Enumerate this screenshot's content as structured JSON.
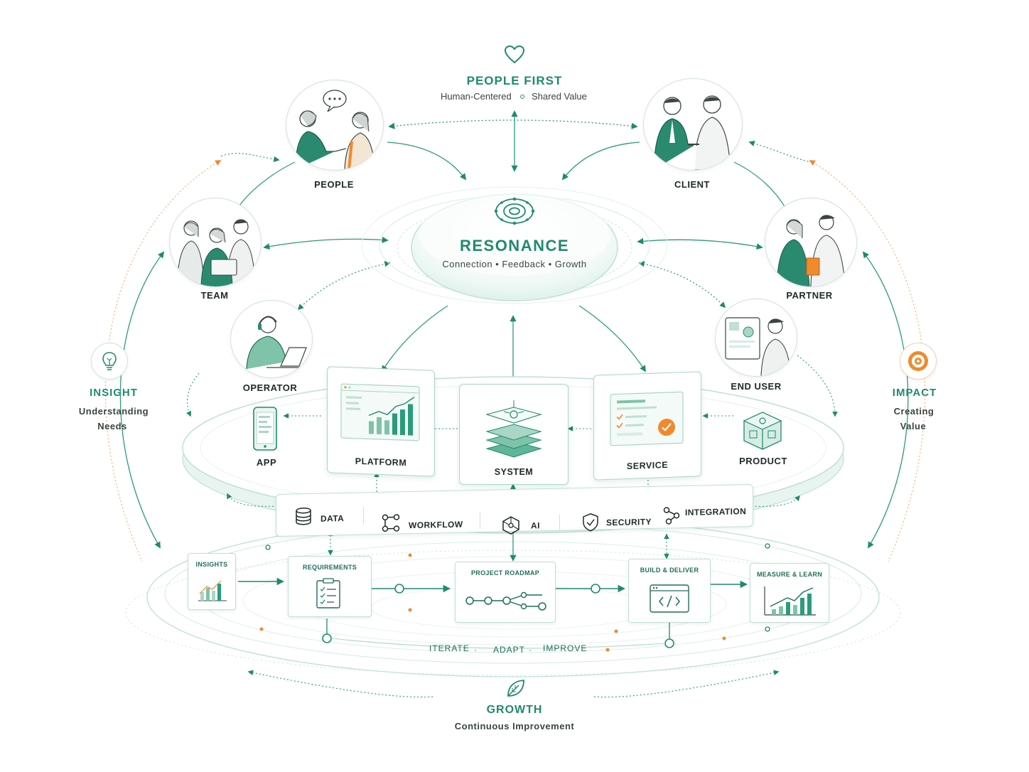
{
  "header": {
    "title": "PEOPLE FIRST",
    "subtitle_left": "Human-Centered",
    "subtitle_right": "Shared Value",
    "icon": "heart-icon"
  },
  "center": {
    "title": "RESONANCE",
    "subtitle": "Connection • Feedback • Growth",
    "icon": "resonance-rings-icon"
  },
  "stakeholders": {
    "people": "PEOPLE",
    "client": "CLIENT",
    "team": "TEAM",
    "partner": "PARTNER",
    "operator": "OPERATOR",
    "end_user": "END USER"
  },
  "left_side": {
    "title": "INSIGHT",
    "line1": "Understanding",
    "line2": "Needs",
    "icon": "lightbulb-icon"
  },
  "right_side": {
    "title": "IMPACT",
    "line1": "Creating",
    "line2": "Value",
    "icon": "target-icon"
  },
  "platform": {
    "app": "APP",
    "platform": "PLATFORM",
    "system": "SYSTEM",
    "service": "SERVICE",
    "product": "PRODUCT"
  },
  "foundation": {
    "data": "DATA",
    "workflow": "WORKFLOW",
    "ai": "AI",
    "security": "SECURITY",
    "integration": "INTEGRATION"
  },
  "process": {
    "insights": "INSIGHTS",
    "requirements": "REQUIREMENTS",
    "roadmap": "PROJECT ROADMAP",
    "build": "BUILD & DELIVER",
    "measure": "MEASURE & LEARN",
    "loop_1": "ITERATE",
    "loop_2": "ADAPT",
    "loop_3": "IMPROVE"
  },
  "footer": {
    "title": "GROWTH",
    "subtitle": "Continuous Improvement",
    "icon": "leaf-icon"
  },
  "colors": {
    "teal": "#1f8a6e",
    "light_teal": "#a9d6c6",
    "orange": "#f08a2c",
    "ink": "#1e2a27"
  }
}
